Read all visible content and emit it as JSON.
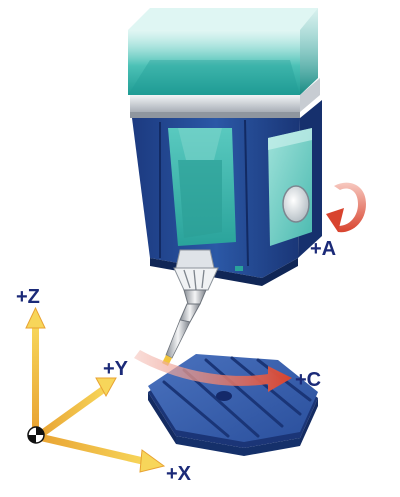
{
  "labels": {
    "z": "+Z",
    "y": "+Y",
    "x": "+X",
    "a": "+A",
    "c": "+C"
  },
  "colors": {
    "head_dark_blue": "#1f3f86",
    "head_mid_blue": "#2d5aa6",
    "head_teal": "#3fb4ac",
    "head_teal_light": "#7fd6cc",
    "head_teal_glass": "#2aa39b",
    "collar_silver": "#d9dde2",
    "table_blue": "#25458e",
    "table_top": "#3a62b0",
    "axis_arrow_yellow": "#f3c640",
    "axis_arrow_orange": "#e8a232",
    "rotation_arrow_red": "#e0533f",
    "rotation_arrow_pink": "#f3b0a6",
    "label_navy": "#1b2a78"
  }
}
